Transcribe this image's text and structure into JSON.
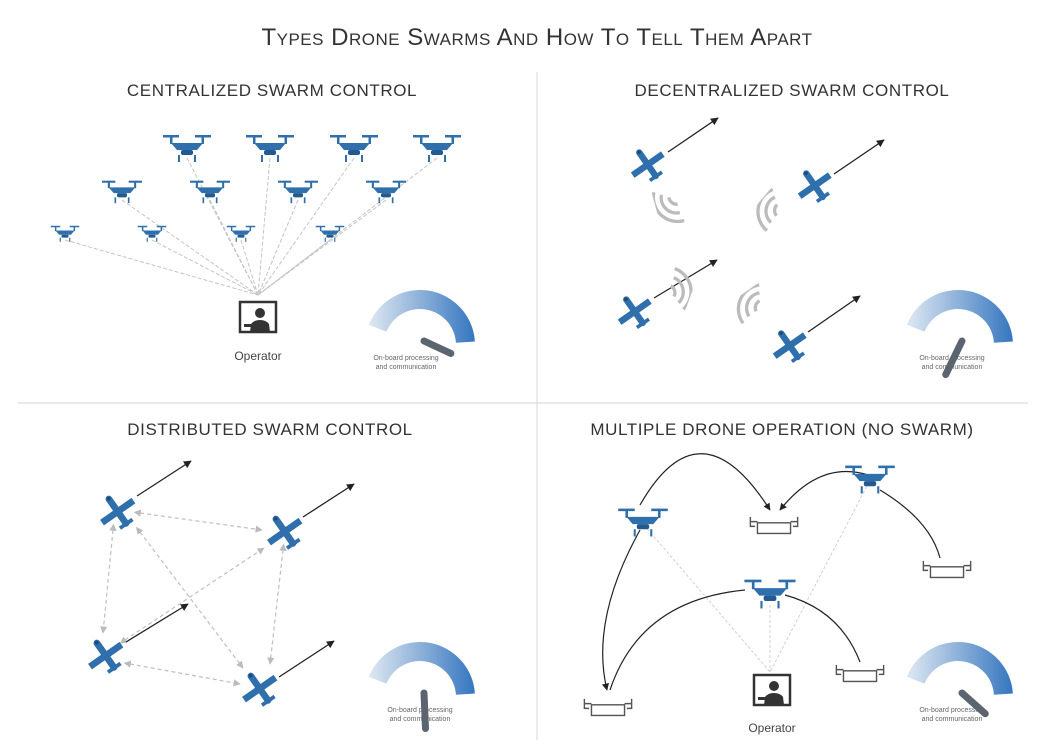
{
  "title": "Types Drone Swarms And How To Tell Them Apart",
  "quadrants": {
    "centralized": {
      "heading": "CENTRALIZED SWARM CONTROL",
      "operator_label": "Operator",
      "gauge_caption_1": "On-board processing",
      "gauge_caption_2": "and communication",
      "gauge_level": 0.15
    },
    "decentralized": {
      "heading": "DECENTRALIZED SWARM CONTROL",
      "gauge_caption_1": "On-board processing",
      "gauge_caption_2": "and communication",
      "gauge_level": 0.75
    },
    "distributed": {
      "heading": "DISTRIBUTED SWARM CONTROL",
      "gauge_caption_1": "On-board processing",
      "gauge_caption_2": "and communication",
      "gauge_level": 0.55
    },
    "multiple": {
      "heading": "MULTIPLE DRONE OPERATION (NO SWARM)",
      "operator_label": "Operator",
      "gauge_caption_1": "On-board processing",
      "gauge_caption_2": "and communication",
      "gauge_level": 0.25
    }
  },
  "colors": {
    "drone_blue": "#2f6fab",
    "gauge_light": "#dbe6f1",
    "gauge_dark": "#3a7cc4",
    "line_gray": "#bbbbbb",
    "arrow_black": "#222222",
    "divider": "#cccccc"
  },
  "icons": [
    "quadcopter-icon",
    "fixed-wing-drone-icon",
    "operator-icon",
    "signal-wave-icon",
    "gauge-icon",
    "landing-pad-icon"
  ]
}
